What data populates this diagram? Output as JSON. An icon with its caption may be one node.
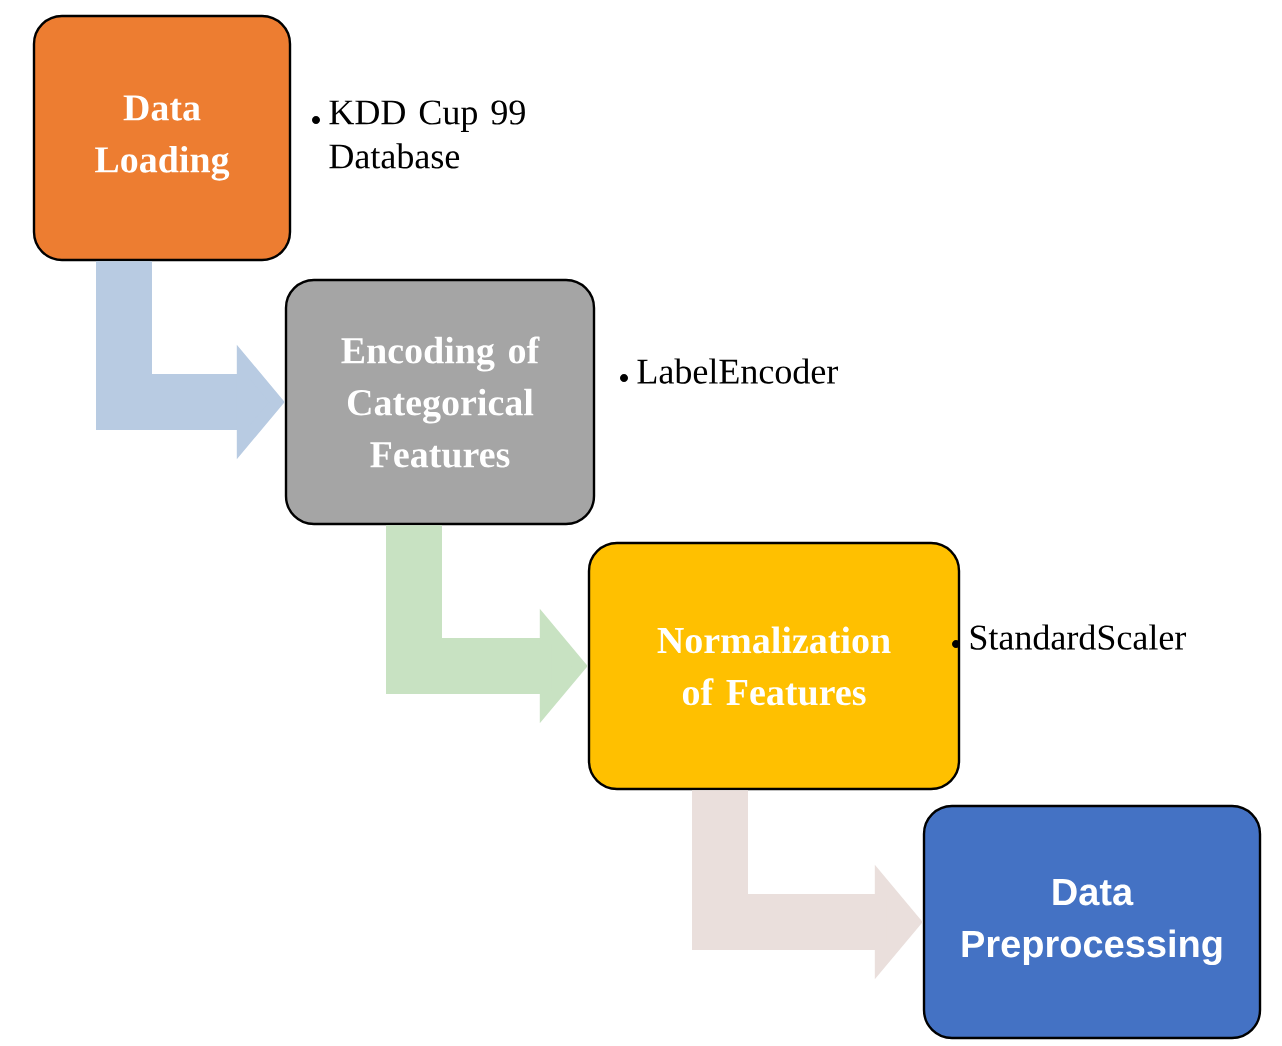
{
  "diagram": {
    "nodes": [
      {
        "text": [
          "Data Loading"
        ],
        "beside": [
          "KDD Cup 99 Database"
        ]
      },
      {
        "text": [
          "Encoding of Categorical Features"
        ],
        "beside": [
          "LabelEncoder"
        ]
      },
      {
        "text": [
          "Normalization of Features"
        ],
        "beside": [
          "StandardScaler"
        ]
      },
      {
        "text": [
          "Data Preprocessing"
        ]
      }
    ],
    "edges": [
      {
        "from": 0,
        "to": 1,
        "arrow": "to",
        "color": "#b8cbe2"
      },
      {
        "from": 1,
        "to": 2,
        "arrow": "to",
        "color": "#c8e2c2"
      },
      {
        "from": 2,
        "to": 3,
        "arrow": "to",
        "color": "#eadfdc"
      }
    ]
  }
}
